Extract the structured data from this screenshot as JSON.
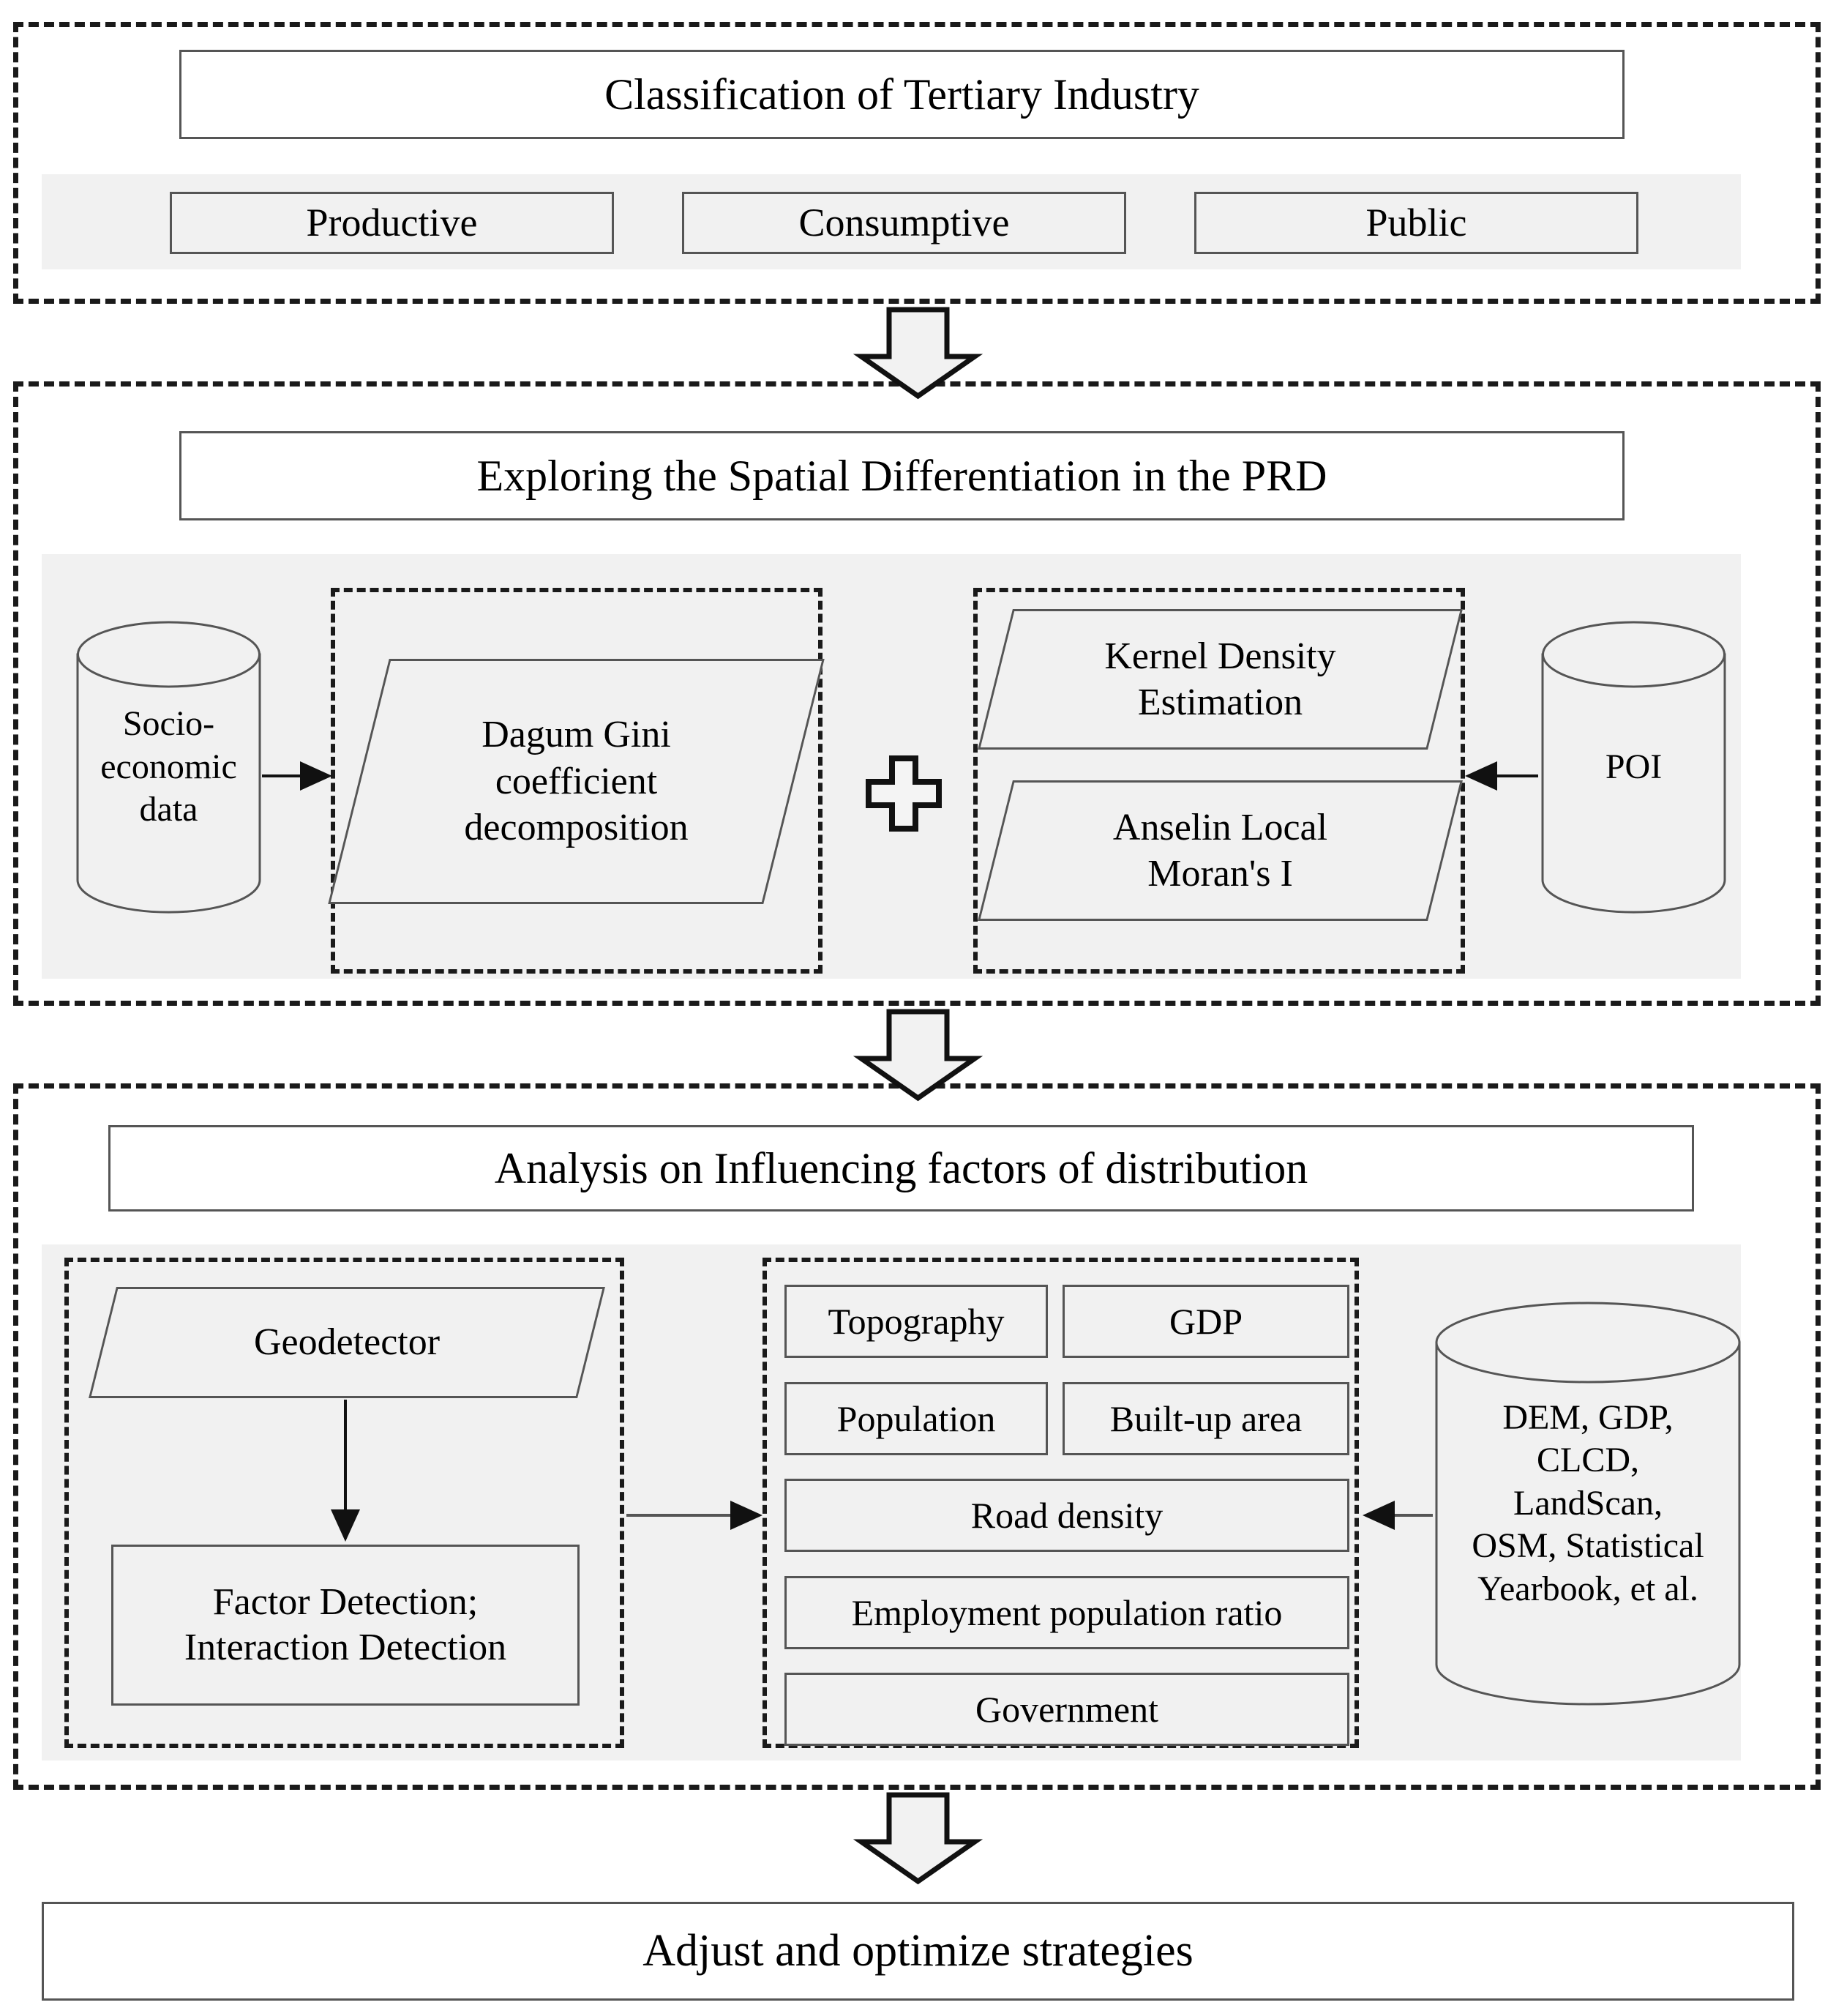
{
  "figure": {
    "type": "flowchart",
    "orientation": "top-to-bottom",
    "accent_color": "#f1f1f1",
    "line_color": "#555555",
    "dash_color": "#1a1a1a"
  },
  "section1": {
    "title": "Classification of Tertiary Industry",
    "categories": [
      {
        "label": "Productive"
      },
      {
        "label": "Consumptive"
      },
      {
        "label": "Public"
      }
    ]
  },
  "arrow1": {
    "icon": "down-block-arrow"
  },
  "section2": {
    "title": "Exploring the Spatial Differentiation in the PRD",
    "left_source": {
      "label": "Socio-\neconomic\ndata",
      "icon": "database-cylinder"
    },
    "left_group": {
      "methods": [
        {
          "label": "Dagum Gini\ncoefficient\ndecomposition"
        }
      ]
    },
    "combiner": {
      "icon": "plus-icon",
      "label": "+"
    },
    "right_group": {
      "methods": [
        {
          "label": "Kernel Density\nEstimation"
        },
        {
          "label": "Anselin Local\nMoran's I"
        }
      ]
    },
    "right_source": {
      "label": "POI",
      "icon": "database-cylinder"
    }
  },
  "arrow2": {
    "icon": "down-block-arrow"
  },
  "section3": {
    "title": "Analysis on Influencing factors of distribution",
    "left_group": {
      "method": {
        "label": "Geodetector"
      },
      "output": {
        "label": "Factor Detection;\nInteraction Detection"
      }
    },
    "factors_group": {
      "rows": [
        [
          {
            "label": "Topography"
          },
          {
            "label": "GDP"
          }
        ],
        [
          {
            "label": "Population"
          },
          {
            "label": "Built-up area"
          }
        ],
        [
          {
            "label": "Road density"
          }
        ],
        [
          {
            "label": "Employment population ratio"
          }
        ],
        [
          {
            "label": "Government"
          }
        ]
      ]
    },
    "data_source": {
      "label": "DEM, GDP,\nCLCD,\nLandScan,\nOSM, Statistical\nYearbook, et al.",
      "icon": "database-cylinder"
    }
  },
  "arrow3": {
    "icon": "down-block-arrow"
  },
  "outcome": {
    "label": "Adjust and optimize strategies"
  }
}
